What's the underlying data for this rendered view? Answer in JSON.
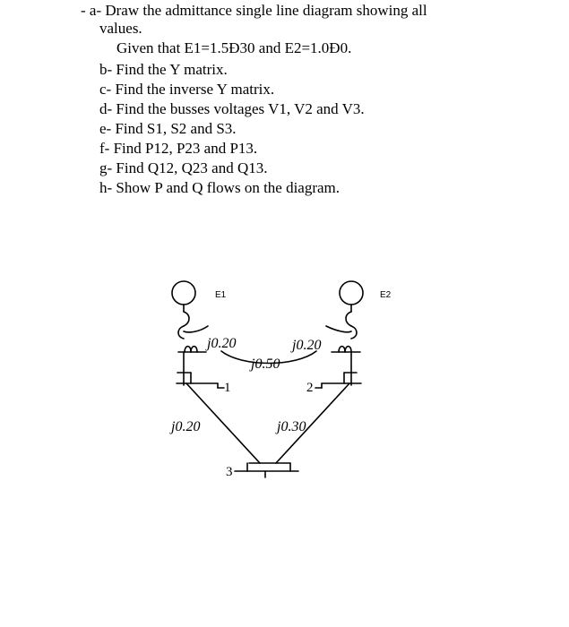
{
  "questions": {
    "a_line1": "- a- Draw the admittance single line diagram showing all",
    "a_line2": "values.",
    "given": "Given that E1=1.5Đ30 and E2=1.0Đ0.",
    "b": "b- Find the Y matrix.",
    "c": "c- Find the inverse Y matrix.",
    "d": "d- Find the busses voltages V1, V2 and V3.",
    "e": "e- Find S1, S2 and S3.",
    "f": "f- Find P12, P23 and P13.",
    "g": "g- Find Q12, Q23 and Q13.",
    "h": "h- Show P and Q flows on the diagram."
  },
  "diagram": {
    "source1_label": "E1",
    "source2_label": "E2",
    "x_gen1": "j0.20",
    "x_gen2": "j0.20",
    "x_line12": "j0.50",
    "x_line13": "j0.20",
    "x_line23": "j0.30",
    "bus1": "1",
    "bus2": "2",
    "bus3": "3"
  }
}
